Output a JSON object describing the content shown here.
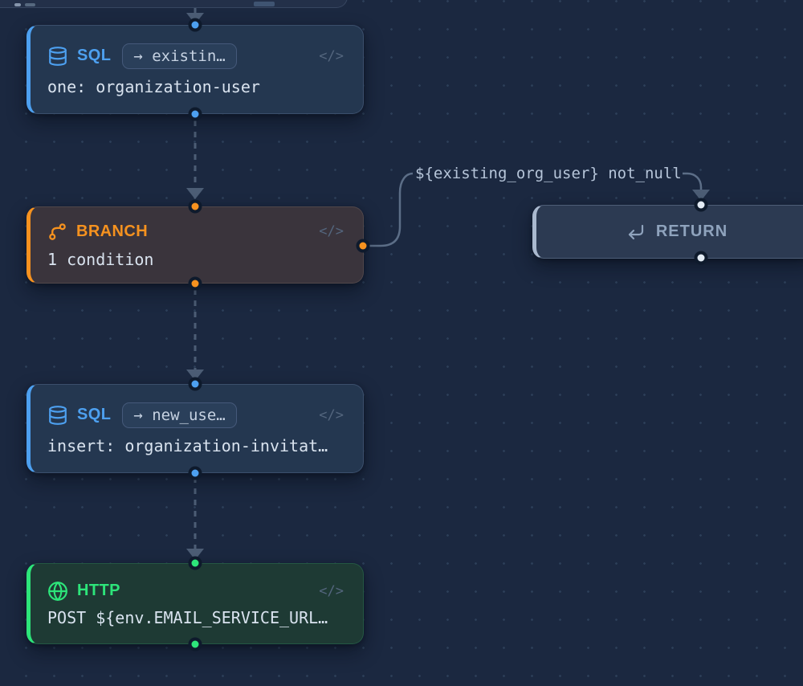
{
  "edge_label": "${existing_org_user} not_null",
  "nodes": {
    "sql_top": {
      "type_label": "SQL",
      "badge": "→ existin…",
      "body": "one: organization-user"
    },
    "branch": {
      "type_label": "BRANCH",
      "body": "1 condition"
    },
    "return_node": {
      "type_label": "RETURN"
    },
    "sql_insert": {
      "type_label": "SQL",
      "badge": "→ new_use…",
      "body": "insert: organization-invitat…"
    },
    "http": {
      "type_label": "HTTP",
      "body": "POST ${env.EMAIL_SERVICE_URL…"
    }
  },
  "icons": {
    "code": "</>"
  },
  "colors": {
    "canvas_bg": "#1b2840",
    "sql_accent": "#4da0f0",
    "branch_accent": "#f6921f",
    "http_accent": "#2de57a",
    "return_accent": "#aab9cf",
    "edge": "#4c5d75",
    "handle_white": "#e3ebf4"
  }
}
